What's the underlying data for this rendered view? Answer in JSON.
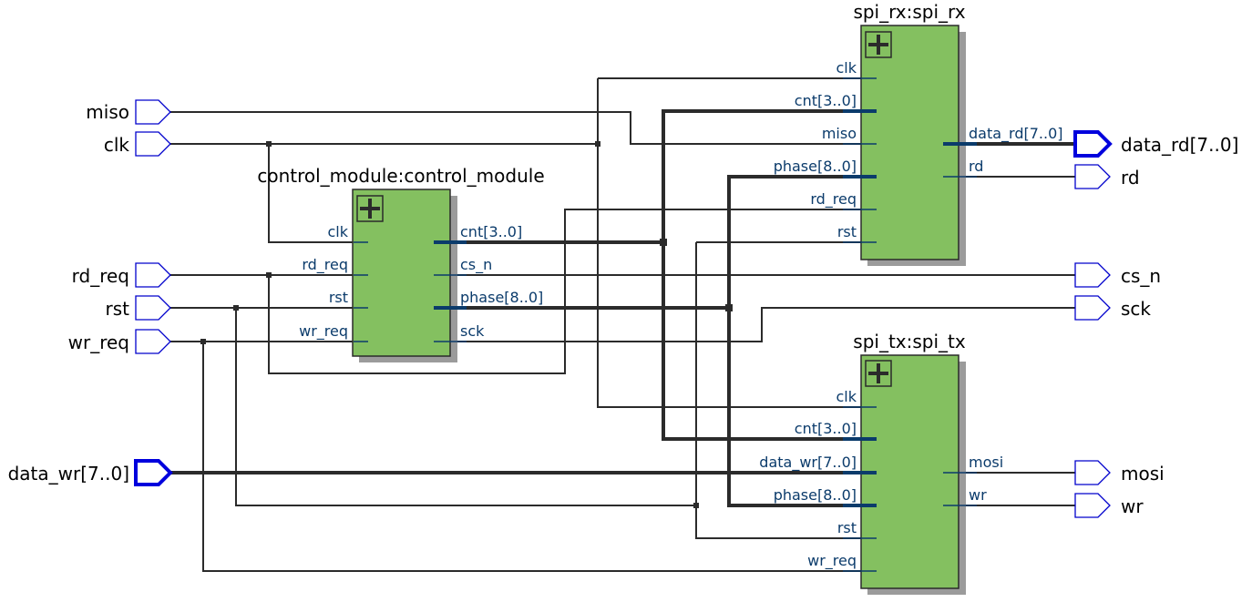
{
  "diagram": {
    "type": "RTL schematic",
    "colors": {
      "block_fill": "#84c060",
      "port_outline": "#0000cc",
      "wire": "#2b2b2b",
      "pin_label": "#0b3b6b",
      "shadow": "#9b9b9b"
    },
    "input_ports": [
      {
        "id": "miso",
        "label": "miso",
        "bus": false
      },
      {
        "id": "clk",
        "label": "clk",
        "bus": false
      },
      {
        "id": "rd_req",
        "label": "rd_req",
        "bus": false
      },
      {
        "id": "rst",
        "label": "rst",
        "bus": false
      },
      {
        "id": "wr_req",
        "label": "wr_req",
        "bus": false
      },
      {
        "id": "data_wr",
        "label": "data_wr[7..0]",
        "bus": true
      }
    ],
    "output_ports": [
      {
        "id": "data_rd",
        "label": "data_rd[7..0]",
        "bus": true
      },
      {
        "id": "rd",
        "label": "rd",
        "bus": false
      },
      {
        "id": "cs_n",
        "label": "cs_n",
        "bus": false
      },
      {
        "id": "sck",
        "label": "sck",
        "bus": false
      },
      {
        "id": "mosi",
        "label": "mosi",
        "bus": false
      },
      {
        "id": "wr",
        "label": "wr",
        "bus": false
      }
    ],
    "blocks": {
      "control_module": {
        "title": "control_module:control_module",
        "inputs": [
          "clk",
          "rd_req",
          "rst",
          "wr_req"
        ],
        "outputs": [
          "cnt[3..0]",
          "cs_n",
          "phase[8..0]",
          "sck"
        ]
      },
      "spi_rx": {
        "title": "spi_rx:spi_rx",
        "inputs": [
          "clk",
          "cnt[3..0]",
          "miso",
          "phase[8..0]",
          "rd_req",
          "rst"
        ],
        "outputs": [
          "data_rd[7..0]",
          "rd"
        ]
      },
      "spi_tx": {
        "title": "spi_tx:spi_tx",
        "inputs": [
          "clk",
          "cnt[3..0]",
          "data_wr[7..0]",
          "phase[8..0]",
          "rst",
          "wr_req"
        ],
        "outputs": [
          "mosi",
          "wr"
        ]
      }
    },
    "expand_icon": "plus-expand-icon"
  }
}
